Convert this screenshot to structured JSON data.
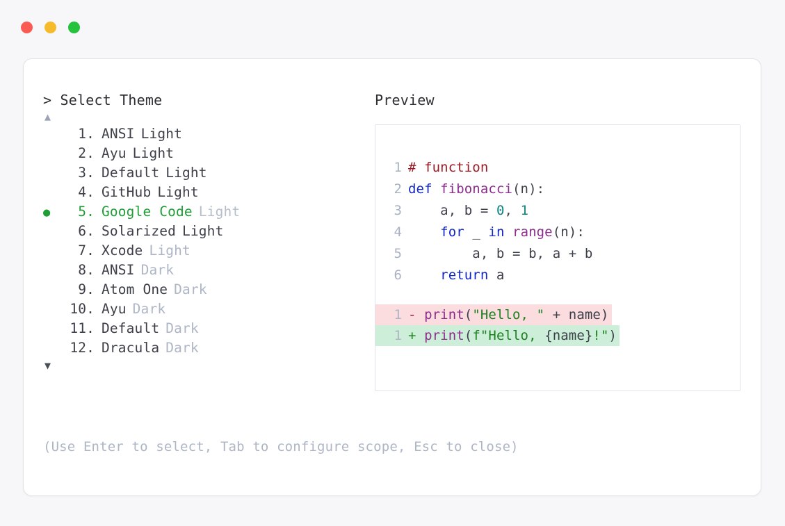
{
  "window": {
    "controls": [
      {
        "name": "close",
        "color": "#fb5a52"
      },
      {
        "name": "minimize",
        "color": "#f5bb2c"
      },
      {
        "name": "maximize",
        "color": "#25c23e"
      }
    ]
  },
  "selector": {
    "prompt": "> Select Theme",
    "scroll_up": "▲",
    "scroll_down": "▼",
    "selected_index": 5,
    "items": [
      {
        "number": "1.",
        "name": "ANSI",
        "variant": "Light",
        "variant_muted": false,
        "selected": false,
        "bullet": ""
      },
      {
        "number": "2.",
        "name": "Ayu",
        "variant": "Light",
        "variant_muted": false,
        "selected": false,
        "bullet": ""
      },
      {
        "number": "3.",
        "name": "Default",
        "variant": "Light",
        "variant_muted": false,
        "selected": false,
        "bullet": ""
      },
      {
        "number": "4.",
        "name": "GitHub",
        "variant": "Light",
        "variant_muted": false,
        "selected": false,
        "bullet": ""
      },
      {
        "number": "5.",
        "name": "Google Code",
        "variant": "Light",
        "variant_muted": true,
        "selected": true,
        "bullet": "●"
      },
      {
        "number": "6.",
        "name": "Solarized",
        "variant": "Light",
        "variant_muted": false,
        "selected": false,
        "bullet": ""
      },
      {
        "number": "7.",
        "name": "Xcode",
        "variant": "Light",
        "variant_muted": true,
        "selected": false,
        "bullet": ""
      },
      {
        "number": "8.",
        "name": "ANSI",
        "variant": "Dark",
        "variant_muted": true,
        "selected": false,
        "bullet": ""
      },
      {
        "number": "9.",
        "name": "Atom One",
        "variant": "Dark",
        "variant_muted": true,
        "selected": false,
        "bullet": ""
      },
      {
        "number": "10.",
        "name": "Ayu",
        "variant": "Dark",
        "variant_muted": true,
        "selected": false,
        "bullet": ""
      },
      {
        "number": "11.",
        "name": "Default",
        "variant": "Dark",
        "variant_muted": true,
        "selected": false,
        "bullet": ""
      },
      {
        "number": "12.",
        "name": "Dracula",
        "variant": "Dark",
        "variant_muted": true,
        "selected": false,
        "bullet": ""
      }
    ],
    "help": "(Use Enter to select, Tab to configure scope, Esc to close)"
  },
  "preview": {
    "label": "Preview",
    "code_lines": [
      {
        "number": "1",
        "tokens": [
          {
            "t": "# function",
            "c": "tk-comment"
          }
        ]
      },
      {
        "number": "2",
        "tokens": [
          {
            "t": "def ",
            "c": "tk-keyword"
          },
          {
            "t": "fibonacci",
            "c": "tk-func"
          },
          {
            "t": "(n):",
            "c": "tk-plain"
          }
        ]
      },
      {
        "number": "3",
        "tokens": [
          {
            "t": "    a, b = ",
            "c": "tk-plain"
          },
          {
            "t": "0",
            "c": "tk-number"
          },
          {
            "t": ", ",
            "c": "tk-plain"
          },
          {
            "t": "1",
            "c": "tk-number"
          }
        ]
      },
      {
        "number": "4",
        "tokens": [
          {
            "t": "    ",
            "c": "tk-plain"
          },
          {
            "t": "for",
            "c": "tk-keyword"
          },
          {
            "t": " _ ",
            "c": "tk-plain"
          },
          {
            "t": "in",
            "c": "tk-keyword"
          },
          {
            "t": " ",
            "c": "tk-plain"
          },
          {
            "t": "range",
            "c": "tk-func"
          },
          {
            "t": "(n):",
            "c": "tk-plain"
          }
        ]
      },
      {
        "number": "5",
        "tokens": [
          {
            "t": "        a, b = b, a + b",
            "c": "tk-plain"
          }
        ]
      },
      {
        "number": "6",
        "tokens": [
          {
            "t": "    ",
            "c": "tk-plain"
          },
          {
            "t": "return",
            "c": "tk-keyword"
          },
          {
            "t": " a",
            "c": "tk-plain"
          }
        ]
      }
    ],
    "diff_lines": [
      {
        "number": "1",
        "kind": "del",
        "tokens": [
          {
            "t": "- ",
            "c": "tk-marker-del"
          },
          {
            "t": "print",
            "c": "tk-func"
          },
          {
            "t": "(",
            "c": "tk-plain"
          },
          {
            "t": "\"Hello, \"",
            "c": "tk-string"
          },
          {
            "t": " + name)",
            "c": "tk-plain"
          }
        ]
      },
      {
        "number": "1",
        "kind": "add",
        "tokens": [
          {
            "t": "+ ",
            "c": "tk-marker-add"
          },
          {
            "t": "print",
            "c": "tk-func"
          },
          {
            "t": "(",
            "c": "tk-plain"
          },
          {
            "t": "f\"Hello, ",
            "c": "tk-string"
          },
          {
            "t": "{name}",
            "c": "tk-plain"
          },
          {
            "t": "!\"",
            "c": "tk-string"
          },
          {
            "t": ")",
            "c": "tk-plain"
          }
        ]
      }
    ]
  }
}
